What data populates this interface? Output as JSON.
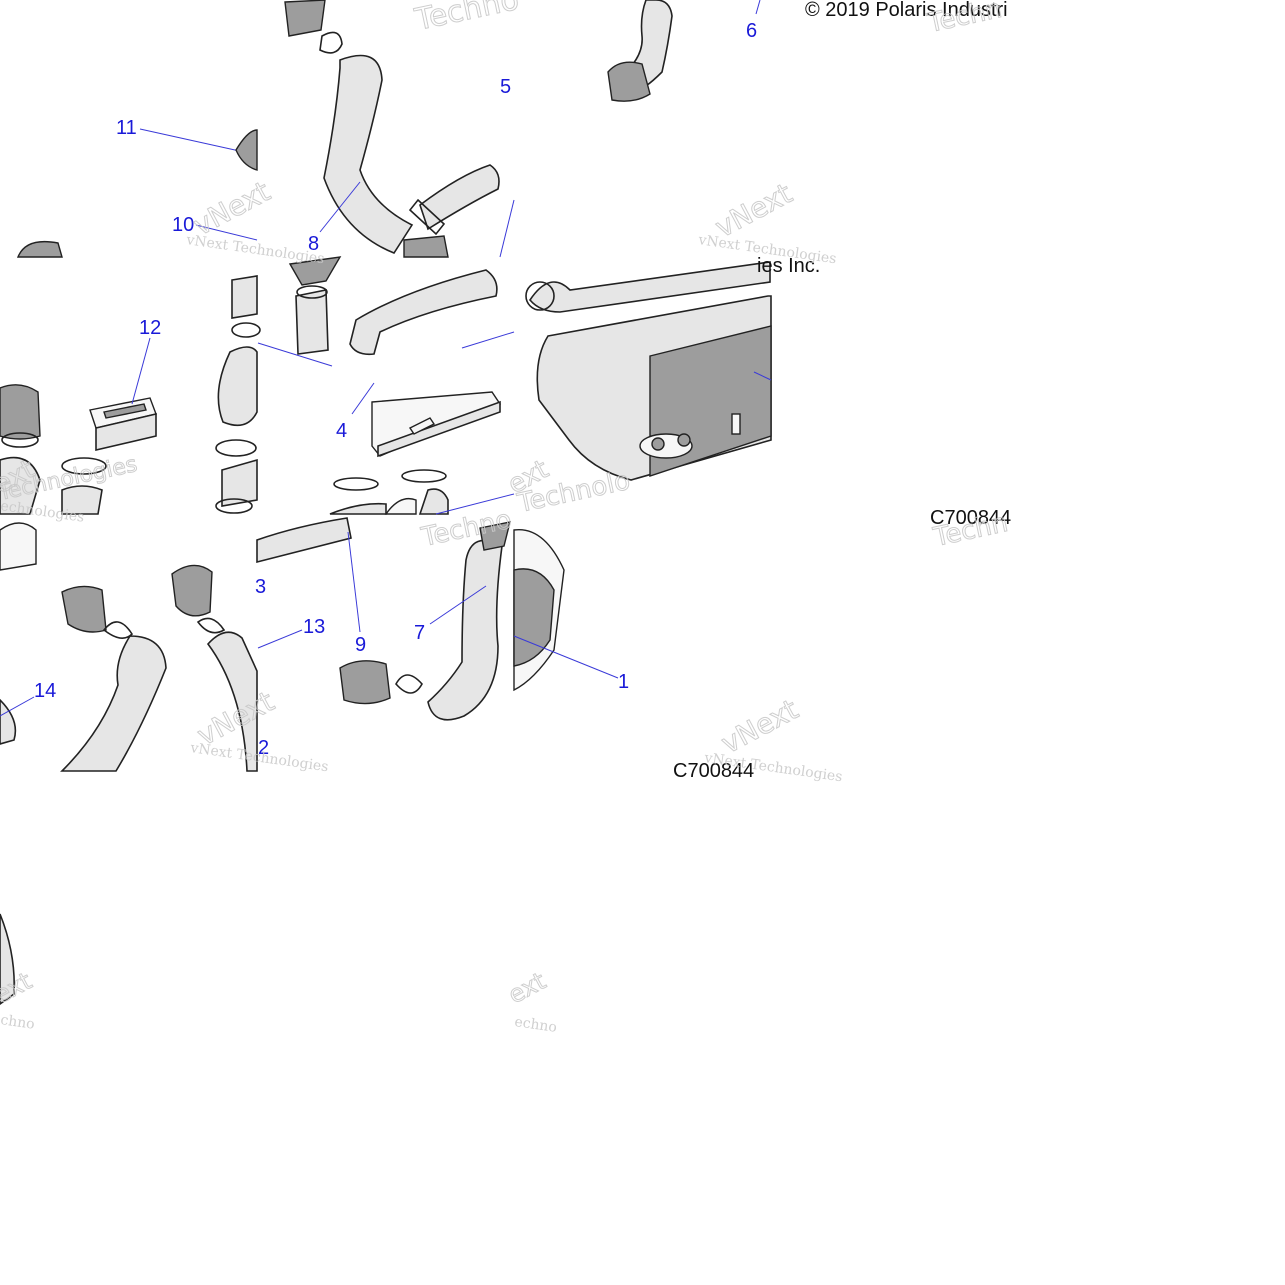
{
  "copyright": "© 2019 Polaris Industri",
  "copyright_fragment": "ies Inc.",
  "figure_codes": [
    "C700844",
    "C700844"
  ],
  "watermark": {
    "small": "vNext Technologies",
    "big_1": "vNext",
    "big_2": "Technologies",
    "fragment_a": "Technolo",
    "fragment_b": "Techno",
    "fragment_c": "Techn",
    "fragment_d": "ext",
    "fragment_e": "echnologies",
    "fragment_f": "chno",
    "fragment_g": "echno"
  },
  "callouts": {
    "c1": "1",
    "c2": "2",
    "c3": "3",
    "c4": "4",
    "c5": "5",
    "c6": "6",
    "c7": "7",
    "c8": "8",
    "c9": "9",
    "c10": "10",
    "c11": "11",
    "c12": "12",
    "c13": "13",
    "c14": "14"
  }
}
